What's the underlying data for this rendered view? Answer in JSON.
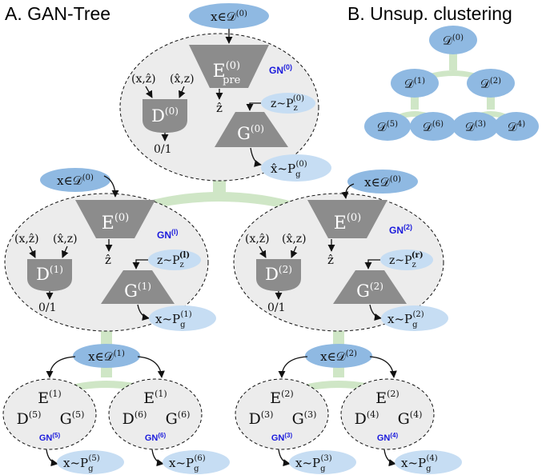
{
  "titles": {
    "panel_a": "A. GAN-Tree",
    "panel_b": "B. Unsup. clustering"
  },
  "colors": {
    "node_fill": "#ececec",
    "shape_gray": "#8c8c8c",
    "bubble_dark": "#8fb9e2",
    "bubble_light": "#c6ddf3",
    "tree_green": "#cfe6c6",
    "gn_label": "#1a1adc"
  },
  "nodes": {
    "gn0": {
      "name": "GN",
      "sup": "(0)",
      "input": {
        "a": "x∈",
        "d": "𝒟",
        "sup": "(0)"
      },
      "encoder": {
        "base": "E",
        "sup": "(0)",
        "sub": "pre"
      },
      "disc": {
        "base": "D",
        "sup": "(0)"
      },
      "gen": {
        "base": "G",
        "sup": "(0)"
      },
      "disc_inputs": [
        "(x,ẑ)",
        "(x̂,z)"
      ],
      "zhat": "ẑ",
      "prior": {
        "a": "z~P",
        "sub": "z",
        "sup": "(0)"
      },
      "disc_output": "0/1",
      "output": {
        "a": "x̂~P",
        "sub": "g",
        "sup": "(0)"
      }
    },
    "gn1": {
      "name": "GN",
      "sup": "(l)",
      "input": {
        "a": "x∈",
        "d": "𝒟",
        "sup": "(0)"
      },
      "encoder": {
        "base": "E",
        "sup": "(0)"
      },
      "disc": {
        "base": "D",
        "sup": "(1)"
      },
      "gen": {
        "base": "G",
        "sup": "(1)"
      },
      "disc_inputs": [
        "(x,ẑ)",
        "(x̂,z)"
      ],
      "zhat": "ẑ",
      "prior": {
        "a": "z~P",
        "sub": "z",
        "sup": "(l)"
      },
      "disc_output": "0/1",
      "output": {
        "a": "x~P",
        "sub": "g",
        "sup": "(1)"
      }
    },
    "gn2": {
      "name": "GN",
      "sup": "(2)",
      "input": {
        "a": "x∈",
        "d": "𝒟",
        "sup": "(0)"
      },
      "encoder": {
        "base": "E",
        "sup": "(0)"
      },
      "disc": {
        "base": "D",
        "sup": "(2)"
      },
      "gen": {
        "base": "G",
        "sup": "(2)"
      },
      "disc_inputs": [
        "(x,ẑ)",
        "(x̂,z)"
      ],
      "zhat": "ẑ",
      "prior": {
        "a": "z~P",
        "sub": "z",
        "sup": "(r)"
      },
      "disc_output": "0/1",
      "output": {
        "a": "x~P",
        "sub": "g",
        "sup": "(2)"
      }
    }
  },
  "split_inputs": {
    "left": {
      "a": "x∈",
      "d": "𝒟",
      "sup": "(1)"
    },
    "right": {
      "a": "x∈",
      "d": "𝒟",
      "sup": "(2)"
    }
  },
  "leaves": [
    {
      "e": {
        "base": "E",
        "sup": "(1)"
      },
      "d": {
        "base": "D",
        "sup": "(5)"
      },
      "g": {
        "base": "G",
        "sup": "(5)"
      },
      "gn": {
        "name": "GN",
        "sup": "(5)"
      },
      "out": {
        "a": "x~P",
        "sub": "g",
        "sup": "(5)"
      }
    },
    {
      "e": {
        "base": "E",
        "sup": "(1)"
      },
      "d": {
        "base": "D",
        "sup": "(6)"
      },
      "g": {
        "base": "G",
        "sup": "(6)"
      },
      "gn": {
        "name": "GN",
        "sup": "(6)"
      },
      "out": {
        "a": "x~P",
        "sub": "g",
        "sup": "(6)"
      }
    },
    {
      "e": {
        "base": "E",
        "sup": "(2)"
      },
      "d": {
        "base": "D",
        "sup": "(3)"
      },
      "g": {
        "base": "G",
        "sup": "(3)"
      },
      "gn": {
        "name": "GN",
        "sup": "(3)"
      },
      "out": {
        "a": "x~P",
        "sub": "g",
        "sup": "(3)"
      }
    },
    {
      "e": {
        "base": "E",
        "sup": "(2)"
      },
      "d": {
        "base": "D",
        "sup": "(4)"
      },
      "g": {
        "base": "G",
        "sup": "(4)"
      },
      "gn": {
        "name": "GN",
        "sup": "(4)"
      },
      "out": {
        "a": "x~P",
        "sub": "g",
        "sup": "(4)"
      }
    }
  ],
  "clusters": [
    {
      "d": "𝒟",
      "sup": "(0)"
    },
    {
      "d": "𝒟",
      "sup": "(1)"
    },
    {
      "d": "𝒟",
      "sup": "(2)"
    },
    {
      "d": "𝒟",
      "sup": "(5)"
    },
    {
      "d": "𝒟",
      "sup": "(6)"
    },
    {
      "d": "𝒟",
      "sup": "(3)"
    },
    {
      "d": "𝒟",
      "sup": "4)"
    }
  ]
}
